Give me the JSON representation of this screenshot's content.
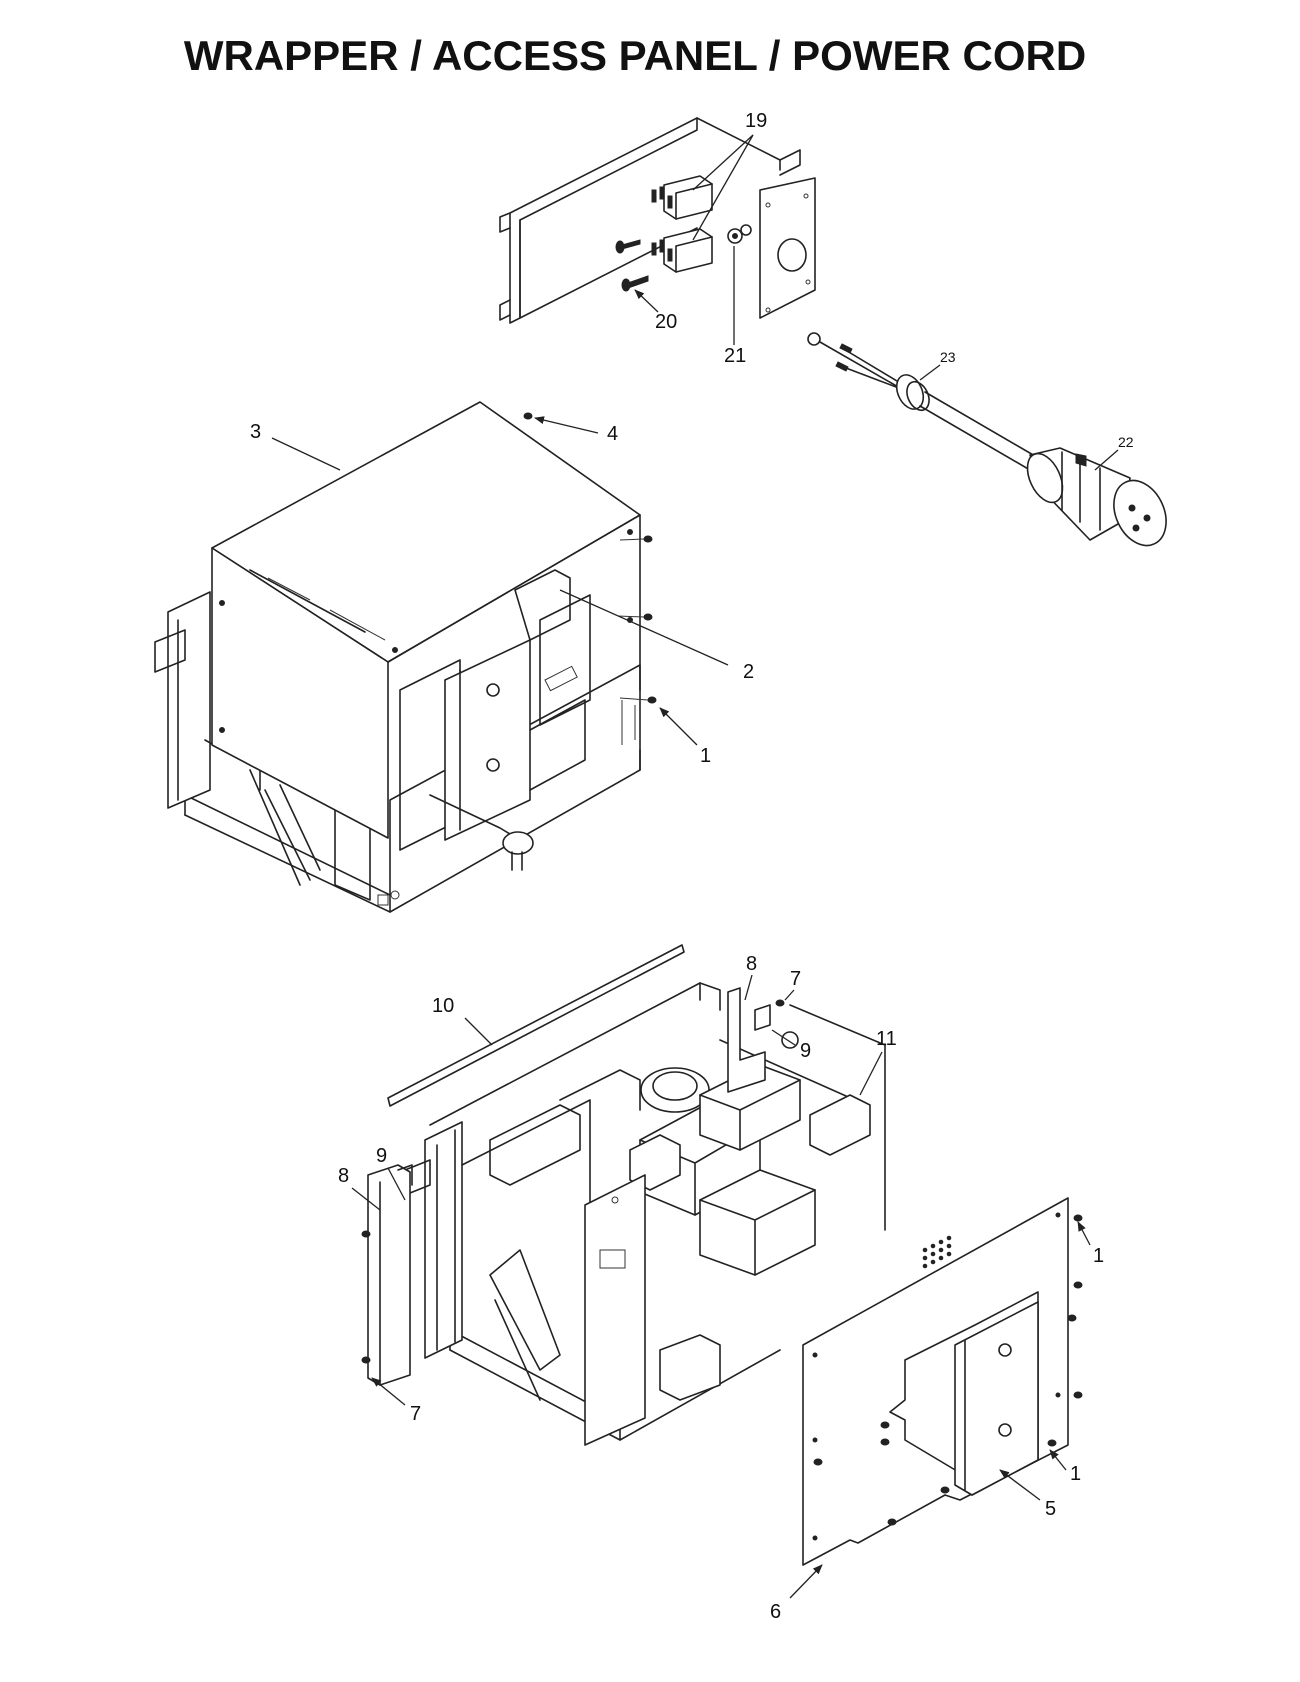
{
  "title": "WRAPPER / ACCESS PANEL / POWER CORD",
  "callouts": [
    {
      "id": "c19",
      "label": "19"
    },
    {
      "id": "c20",
      "label": "20"
    },
    {
      "id": "c21",
      "label": "21"
    },
    {
      "id": "c23",
      "label": "23"
    },
    {
      "id": "c22",
      "label": "22"
    },
    {
      "id": "c3",
      "label": "3"
    },
    {
      "id": "c4",
      "label": "4"
    },
    {
      "id": "c2",
      "label": "2"
    },
    {
      "id": "c1a",
      "label": "1"
    },
    {
      "id": "c8a",
      "label": "8"
    },
    {
      "id": "c7a",
      "label": "7"
    },
    {
      "id": "c10",
      "label": "10"
    },
    {
      "id": "c9a",
      "label": "9"
    },
    {
      "id": "c11",
      "label": "11"
    },
    {
      "id": "c9b",
      "label": "9"
    },
    {
      "id": "c8b",
      "label": "8"
    },
    {
      "id": "c1b",
      "label": "1"
    },
    {
      "id": "c7b",
      "label": "7"
    },
    {
      "id": "c1c",
      "label": "1"
    },
    {
      "id": "c5",
      "label": "5"
    },
    {
      "id": "c6",
      "label": "6"
    }
  ]
}
